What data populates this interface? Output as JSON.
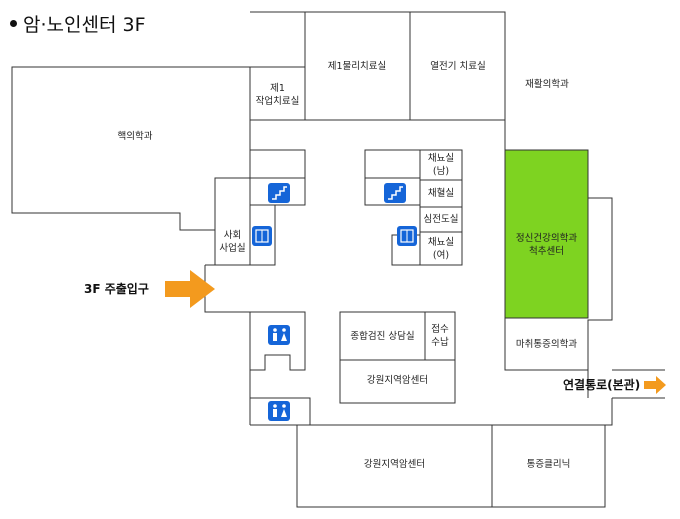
{
  "title": "암·노인센터 3F",
  "rooms": {
    "pt1": "제1물리치료실",
    "thermo": "열전기 치료실",
    "rehab": "재활의학과",
    "ot1_line1": "제1",
    "ot1_line2": "작업치료실",
    "nuclear": "핵의학과",
    "blood_m_line1": "채뇨실",
    "blood_m_line2": "(남)",
    "blood": "채혈실",
    "ecg": "심전도실",
    "blood_f_line1": "채뇨실",
    "blood_f_line2": "(여)",
    "social_line1": "사회",
    "social_line2": "사업실",
    "psych_line1": "정신건강의학과",
    "psych_line2": "척추센터",
    "consult": "종합검진 상담실",
    "reception_line1": "접수",
    "reception_line2": "수납",
    "cancer_mid": "강원지역암센터",
    "anesth": "마취통증의학과",
    "cancer_bottom": "강원지역암센터",
    "pain_clinic": "통증클리닉"
  },
  "entrance_label": "3F 주출입구",
  "connect_label": "연결통로(본관)",
  "colors": {
    "highlight": "#7ed321",
    "arrow": "#f39a1e",
    "icon": "#1565d8",
    "wall": "#333333"
  },
  "icons": [
    "stairs-icon",
    "stairs-icon",
    "elevator-icon",
    "elevator-icon",
    "restroom-icon",
    "restroom-icon"
  ]
}
